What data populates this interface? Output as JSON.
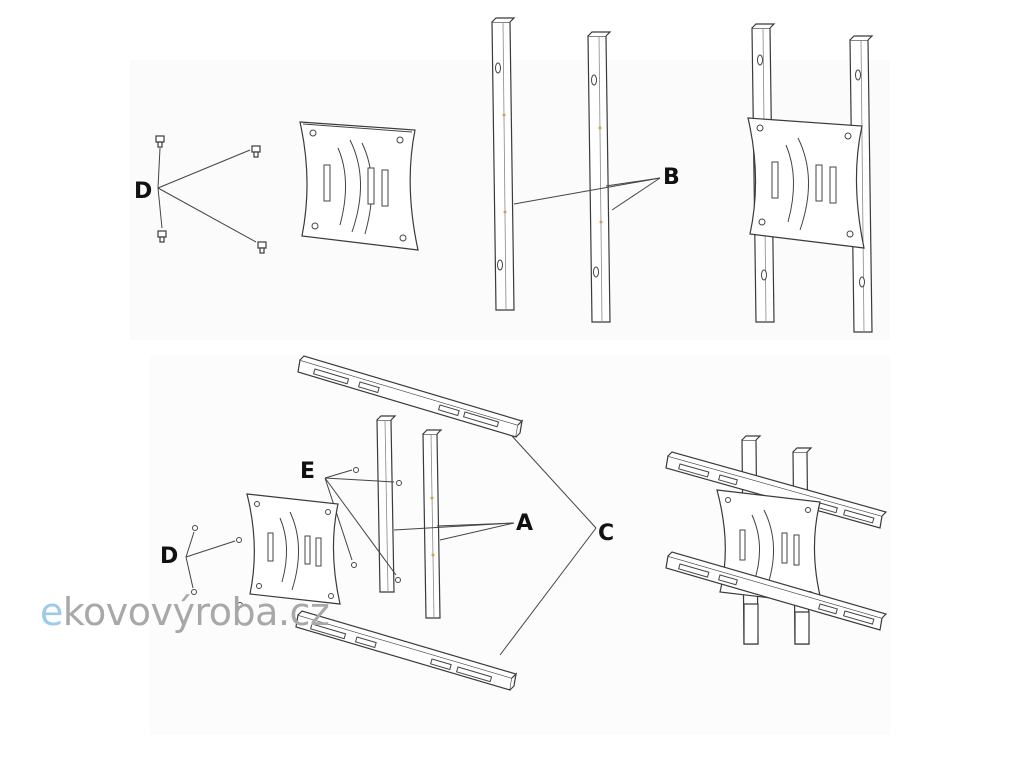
{
  "callouts": {
    "d_top": "D",
    "b": "B",
    "e": "E",
    "a": "A",
    "c": "C",
    "d_bottom": "D"
  },
  "watermark": {
    "e_letter": "e",
    "rest": "kovovýroba.cz"
  },
  "colors": {
    "line": "#3a3a3a",
    "watermark_e": "#9ccbe8",
    "watermark_text": "#a8a8a8"
  }
}
